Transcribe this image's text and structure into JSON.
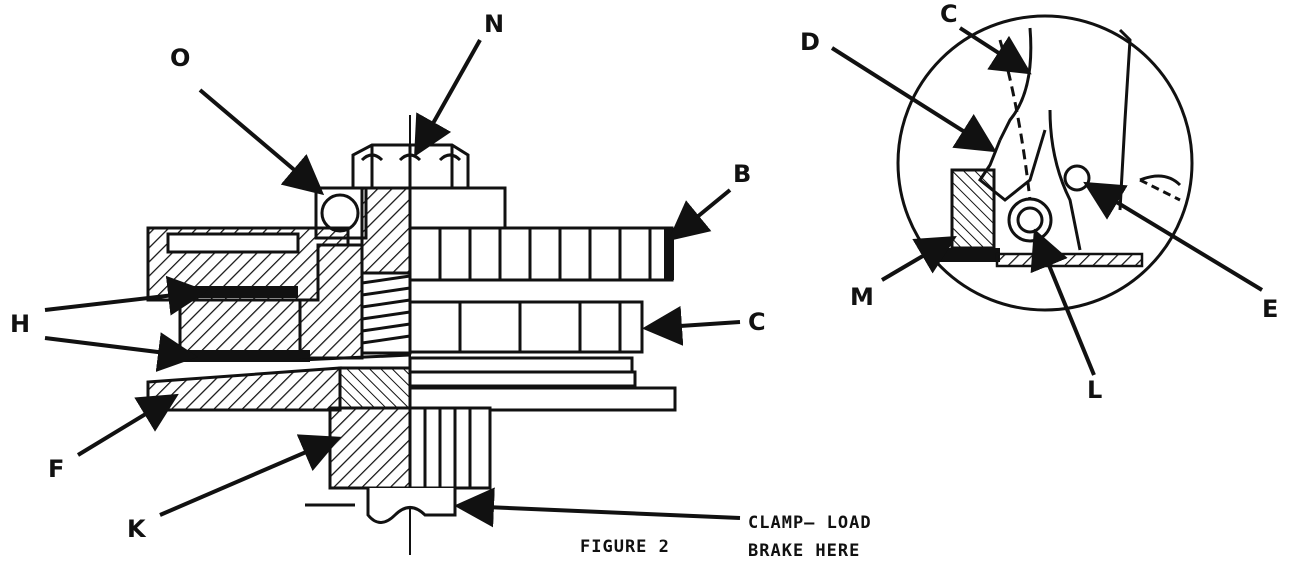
{
  "figure_caption": "FIGURE 2",
  "note_line1": "CLAMP— LOAD",
  "note_line2": "BRAKE HERE",
  "labels": {
    "O": "O",
    "N": "N",
    "B": "B",
    "H": "H",
    "C": "C",
    "F": "F",
    "K": "K",
    "C2": "C",
    "D": "D",
    "M": "M",
    "L": "L",
    "E": "E"
  }
}
